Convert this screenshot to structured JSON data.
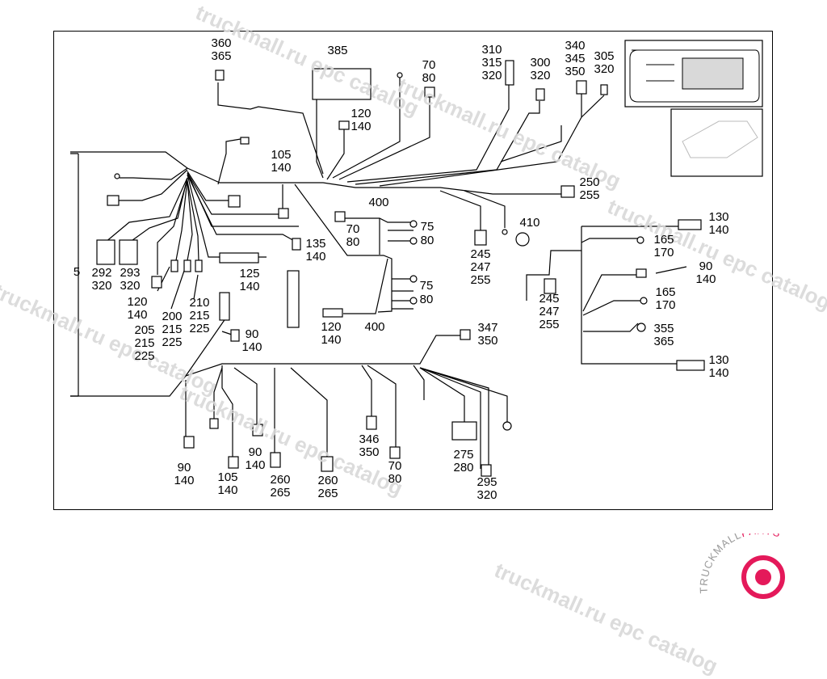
{
  "diagram": {
    "labels": {
      "l360": "360\n365",
      "l385": "385",
      "l70a": "70\n80",
      "l310": "310\n315\n320",
      "l300": "300\n320",
      "l340": "340\n345\n350",
      "l305": "305\n320",
      "l120a": "120\n140",
      "l105a": "105\n140",
      "l250": "250\n255",
      "l400a": "400",
      "l410": "410",
      "l75a": "75",
      "l80a": "80",
      "l70b": "70\n80",
      "l135": "135\n140",
      "l125": "125\n140",
      "l130a": "130\n140",
      "l165a": "165\n170",
      "l90a": "90\n140",
      "l165b": "165\n170",
      "l355": "355\n365",
      "l130b": "130\n140",
      "l245a": "245\n247\n255",
      "l245b": "245\n247\n255",
      "l75b": "75",
      "l80b": "80",
      "l120b": "120\n140",
      "l400b": "400",
      "l5": "5",
      "l292": "292\n320",
      "l293": "293\n320",
      "l120c": "120\n140",
      "l205": "205\n215\n225",
      "l200": "200\n215\n225",
      "l210": "210\n215\n225",
      "l90b": "90\n140",
      "l347": "347\n350",
      "l90c": "90\n140",
      "l105b": "105\n140",
      "l90d": "90\n140",
      "l260a": "260\n265",
      "l260b": "260\n265",
      "l346": "346\n350",
      "l70c": "70\n80",
      "l275": "275\n280",
      "l295": "295\n320"
    },
    "watermark": "truckmall.ru epc catalog",
    "logo_text": "TRUCKMALLPARTS",
    "colors": {
      "line": "#000000",
      "watermark": "#d9d9d9",
      "logo_red": "#e4195a",
      "logo_gray": "#9a9a9a"
    }
  }
}
